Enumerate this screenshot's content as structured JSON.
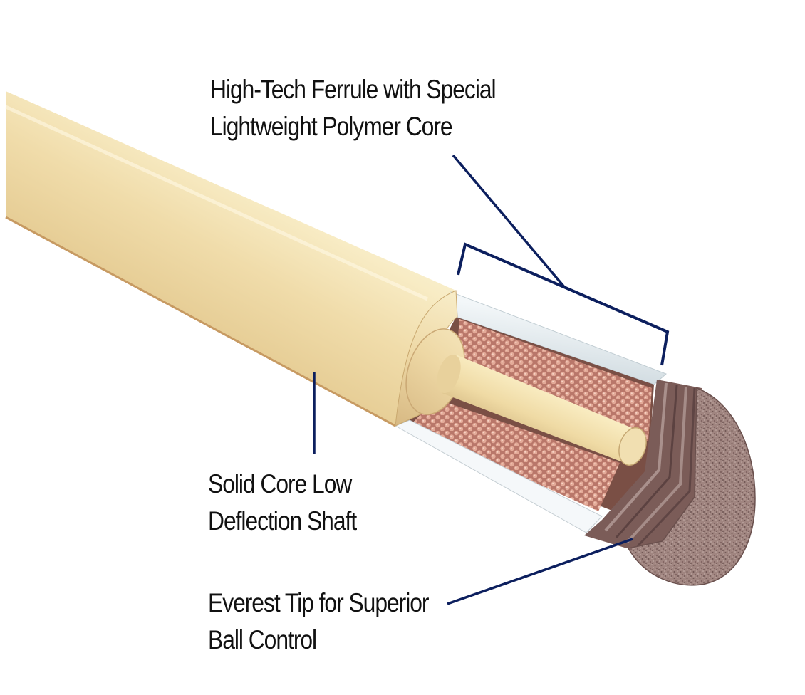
{
  "labels": {
    "ferrule": {
      "line1": "High-Tech Ferrule with Special",
      "line2": "Lightweight Polymer Core"
    },
    "shaft": {
      "line1": "Solid Core Low",
      "line2": "Deflection Shaft"
    },
    "tip": {
      "line1": "Everest Tip for Superior",
      "line2": "Ball Control"
    }
  },
  "colors": {
    "leader_line": "#0c1f5e",
    "shaft_wood": "#f1dfb0",
    "ferrule_wall": "#dde6ea",
    "polymer_core": "#c98a78",
    "tip_layers": "#7a5a56",
    "tip_face": "#9a7f7b"
  }
}
